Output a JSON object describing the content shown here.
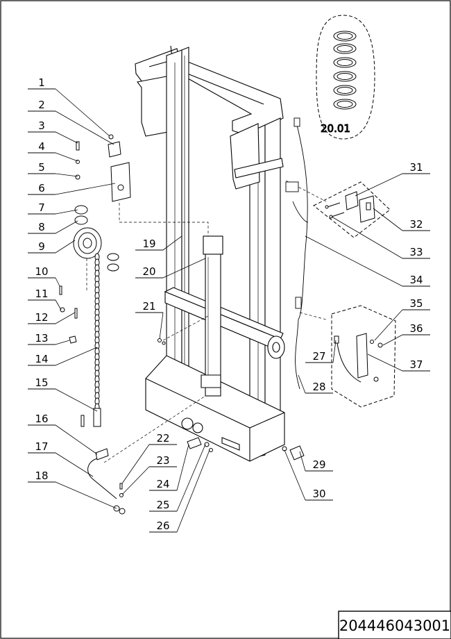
{
  "document_number": "204446043001",
  "detail_label": "20.01",
  "callouts": [
    {
      "id": "1",
      "text": "1"
    },
    {
      "id": "2",
      "text": "2"
    },
    {
      "id": "3",
      "text": "3"
    },
    {
      "id": "4",
      "text": "4"
    },
    {
      "id": "5",
      "text": "5"
    },
    {
      "id": "6",
      "text": "6"
    },
    {
      "id": "7",
      "text": "7"
    },
    {
      "id": "8",
      "text": "8"
    },
    {
      "id": "9",
      "text": "9"
    },
    {
      "id": "10",
      "text": "10"
    },
    {
      "id": "11",
      "text": "11"
    },
    {
      "id": "12",
      "text": "12"
    },
    {
      "id": "13",
      "text": "13"
    },
    {
      "id": "14",
      "text": "14"
    },
    {
      "id": "15",
      "text": "15"
    },
    {
      "id": "16",
      "text": "16"
    },
    {
      "id": "17",
      "text": "17"
    },
    {
      "id": "18",
      "text": "18"
    },
    {
      "id": "19",
      "text": "19"
    },
    {
      "id": "20",
      "text": "20"
    },
    {
      "id": "21",
      "text": "21"
    },
    {
      "id": "22",
      "text": "22"
    },
    {
      "id": "23",
      "text": "23"
    },
    {
      "id": "24",
      "text": "24"
    },
    {
      "id": "25",
      "text": "25"
    },
    {
      "id": "26",
      "text": "26"
    },
    {
      "id": "27",
      "text": "27"
    },
    {
      "id": "28",
      "text": "28"
    },
    {
      "id": "29",
      "text": "29"
    },
    {
      "id": "30",
      "text": "30"
    },
    {
      "id": "31",
      "text": "31"
    },
    {
      "id": "32",
      "text": "32"
    },
    {
      "id": "33",
      "text": "33"
    },
    {
      "id": "34",
      "text": "34"
    },
    {
      "id": "35",
      "text": "35"
    },
    {
      "id": "36",
      "text": "36"
    },
    {
      "id": "37",
      "text": "37"
    }
  ]
}
